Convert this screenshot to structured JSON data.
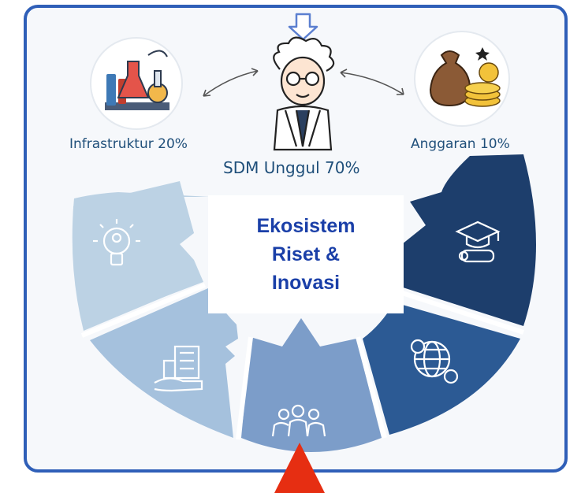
{
  "labels": {
    "infrastructure": "Infrastruktur 20%",
    "sdm": "SDM Unggul 70%",
    "budget": "Anggaran 10%"
  },
  "center_title": [
    "Ekosistem",
    "Riset &",
    "Inovasi"
  ],
  "colors": {
    "frame_border": "#2f5fb8",
    "center_text": "#1a3fa8",
    "arrow_red": "#e62e12",
    "label_text": "#1f4f7a"
  },
  "segments": [
    {
      "name": "idea-segment",
      "icon": "lightbulb-icon",
      "color": "#bcd2e4"
    },
    {
      "name": "city-segment",
      "icon": "city-building-icon",
      "color": "#a5c1dd"
    },
    {
      "name": "people-segment",
      "icon": "people-group-icon",
      "color": "#7c9dc9"
    },
    {
      "name": "global-segment",
      "icon": "globe-network-icon",
      "color": "#2c5a94"
    },
    {
      "name": "education-segment",
      "icon": "graduation-diploma-icon",
      "color": "#1d3e6c"
    }
  ]
}
